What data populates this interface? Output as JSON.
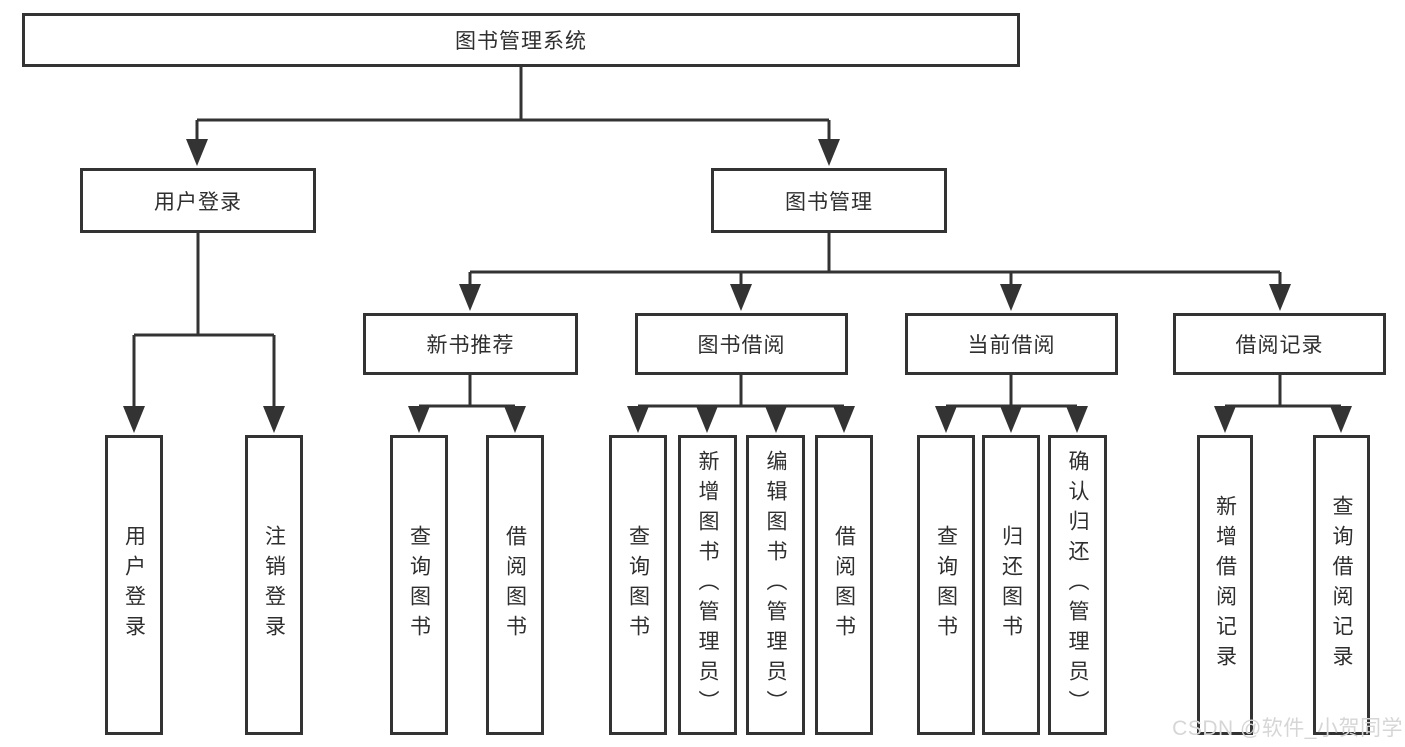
{
  "colors": {
    "line": "#333333",
    "text": "#2f2f2f",
    "background": "#ffffff",
    "watermark": "#d6d6d6"
  },
  "watermark": "CSDN @软件_小贺同学",
  "diagram": {
    "type": "tree",
    "root": {
      "label": "图书管理系统"
    },
    "branches": [
      {
        "label": "用户登录",
        "children": [
          {
            "label": "用户登录"
          },
          {
            "label": "注销登录"
          }
        ]
      },
      {
        "label": "图书管理",
        "children": [
          {
            "label": "新书推荐",
            "children": [
              {
                "label": "查询图书"
              },
              {
                "label": "借阅图书"
              }
            ]
          },
          {
            "label": "图书借阅",
            "children": [
              {
                "label": "查询图书"
              },
              {
                "label": "新增图书（管理员）"
              },
              {
                "label": "编辑图书（管理员）"
              },
              {
                "label": "借阅图书"
              }
            ]
          },
          {
            "label": "当前借阅",
            "children": [
              {
                "label": "查询图书"
              },
              {
                "label": "归还图书"
              },
              {
                "label": "确认归还（管理员）"
              }
            ]
          },
          {
            "label": "借阅记录",
            "children": [
              {
                "label": "新增借阅记录"
              },
              {
                "label": "查询借阅记录"
              }
            ]
          }
        ]
      }
    ]
  }
}
